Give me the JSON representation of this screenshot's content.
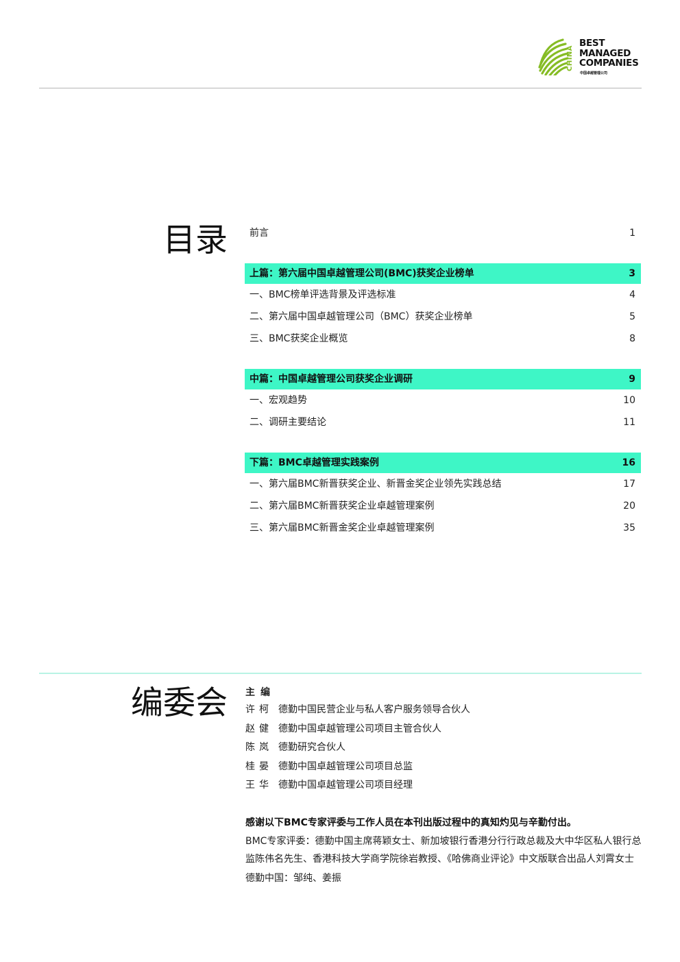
{
  "logo": {
    "lines": [
      "BEST",
      "MANAGED",
      "COMPANIES"
    ],
    "side": "CHINA",
    "sub": "中国卓越管理公司",
    "color": "#86bc25"
  },
  "toc": {
    "heading": "目录",
    "rows": [
      {
        "title": "前言",
        "page": "1",
        "head": false
      },
      {
        "gap": true
      },
      {
        "title": "上篇：第六届中国卓越管理公司(BMC)获奖企业榜单",
        "page": "3",
        "head": true
      },
      {
        "title": "一、BMC榜单评选背景及评选标准",
        "page": "4",
        "head": false
      },
      {
        "title": "二、第六届中国卓越管理公司（BMC）获奖企业榜单",
        "page": "5",
        "head": false
      },
      {
        "title": "三、BMC获奖企业概览",
        "page": "8",
        "head": false
      },
      {
        "gap": true
      },
      {
        "title": "中篇：中国卓越管理公司获奖企业调研",
        "page": "9",
        "head": true
      },
      {
        "title": "一、宏观趋势",
        "page": "10",
        "head": false
      },
      {
        "title": "二、调研主要结论",
        "page": "11",
        "head": false
      },
      {
        "gap": true
      },
      {
        "title": "下篇：BMC卓越管理实践案例",
        "page": "16",
        "head": true
      },
      {
        "title": "一、第六届BMC新晋获奖企业、新晋金奖企业领先实践总结",
        "page": "17",
        "head": false
      },
      {
        "title": "二、第六届BMC新晋获奖企业卓越管理案例",
        "page": "20",
        "head": false
      },
      {
        "title": "三、第六届BMC新晋金奖企业卓越管理案例",
        "page": "35",
        "head": false
      }
    ]
  },
  "committee": {
    "heading": "编委会",
    "chief_label": "主编",
    "members": [
      {
        "name": "许柯",
        "role": "德勤中国民营企业与私人客户服务领导合伙人"
      },
      {
        "name": "赵健",
        "role": "德勤中国卓越管理公司项目主管合伙人"
      },
      {
        "name": "陈岚",
        "role": "德勤研究合伙人"
      },
      {
        "name": "桂晏",
        "role": "德勤中国卓越管理公司项目总监"
      },
      {
        "name": "王华",
        "role": "德勤中国卓越管理公司项目经理"
      }
    ]
  },
  "thanks": {
    "title": "感谢以下BMC专家评委与工作人员在本刊出版过程中的真知灼见与辛勤付出。",
    "experts": "BMC专家评委：德勤中国主席蒋颖女士、新加坡银行香港分行行政总裁及大中华区私人银行总监陈伟名先生、香港科技大学商学院徐岩教授、《哈佛商业评论》中文版联合出品人刘霄女士",
    "staff": "德勤中国：邹纯、姜振"
  },
  "colors": {
    "toc_head_bg": "#3ef6c6",
    "rule_mid": "#b8f3e4",
    "rule_top": "#b5b5b5"
  }
}
